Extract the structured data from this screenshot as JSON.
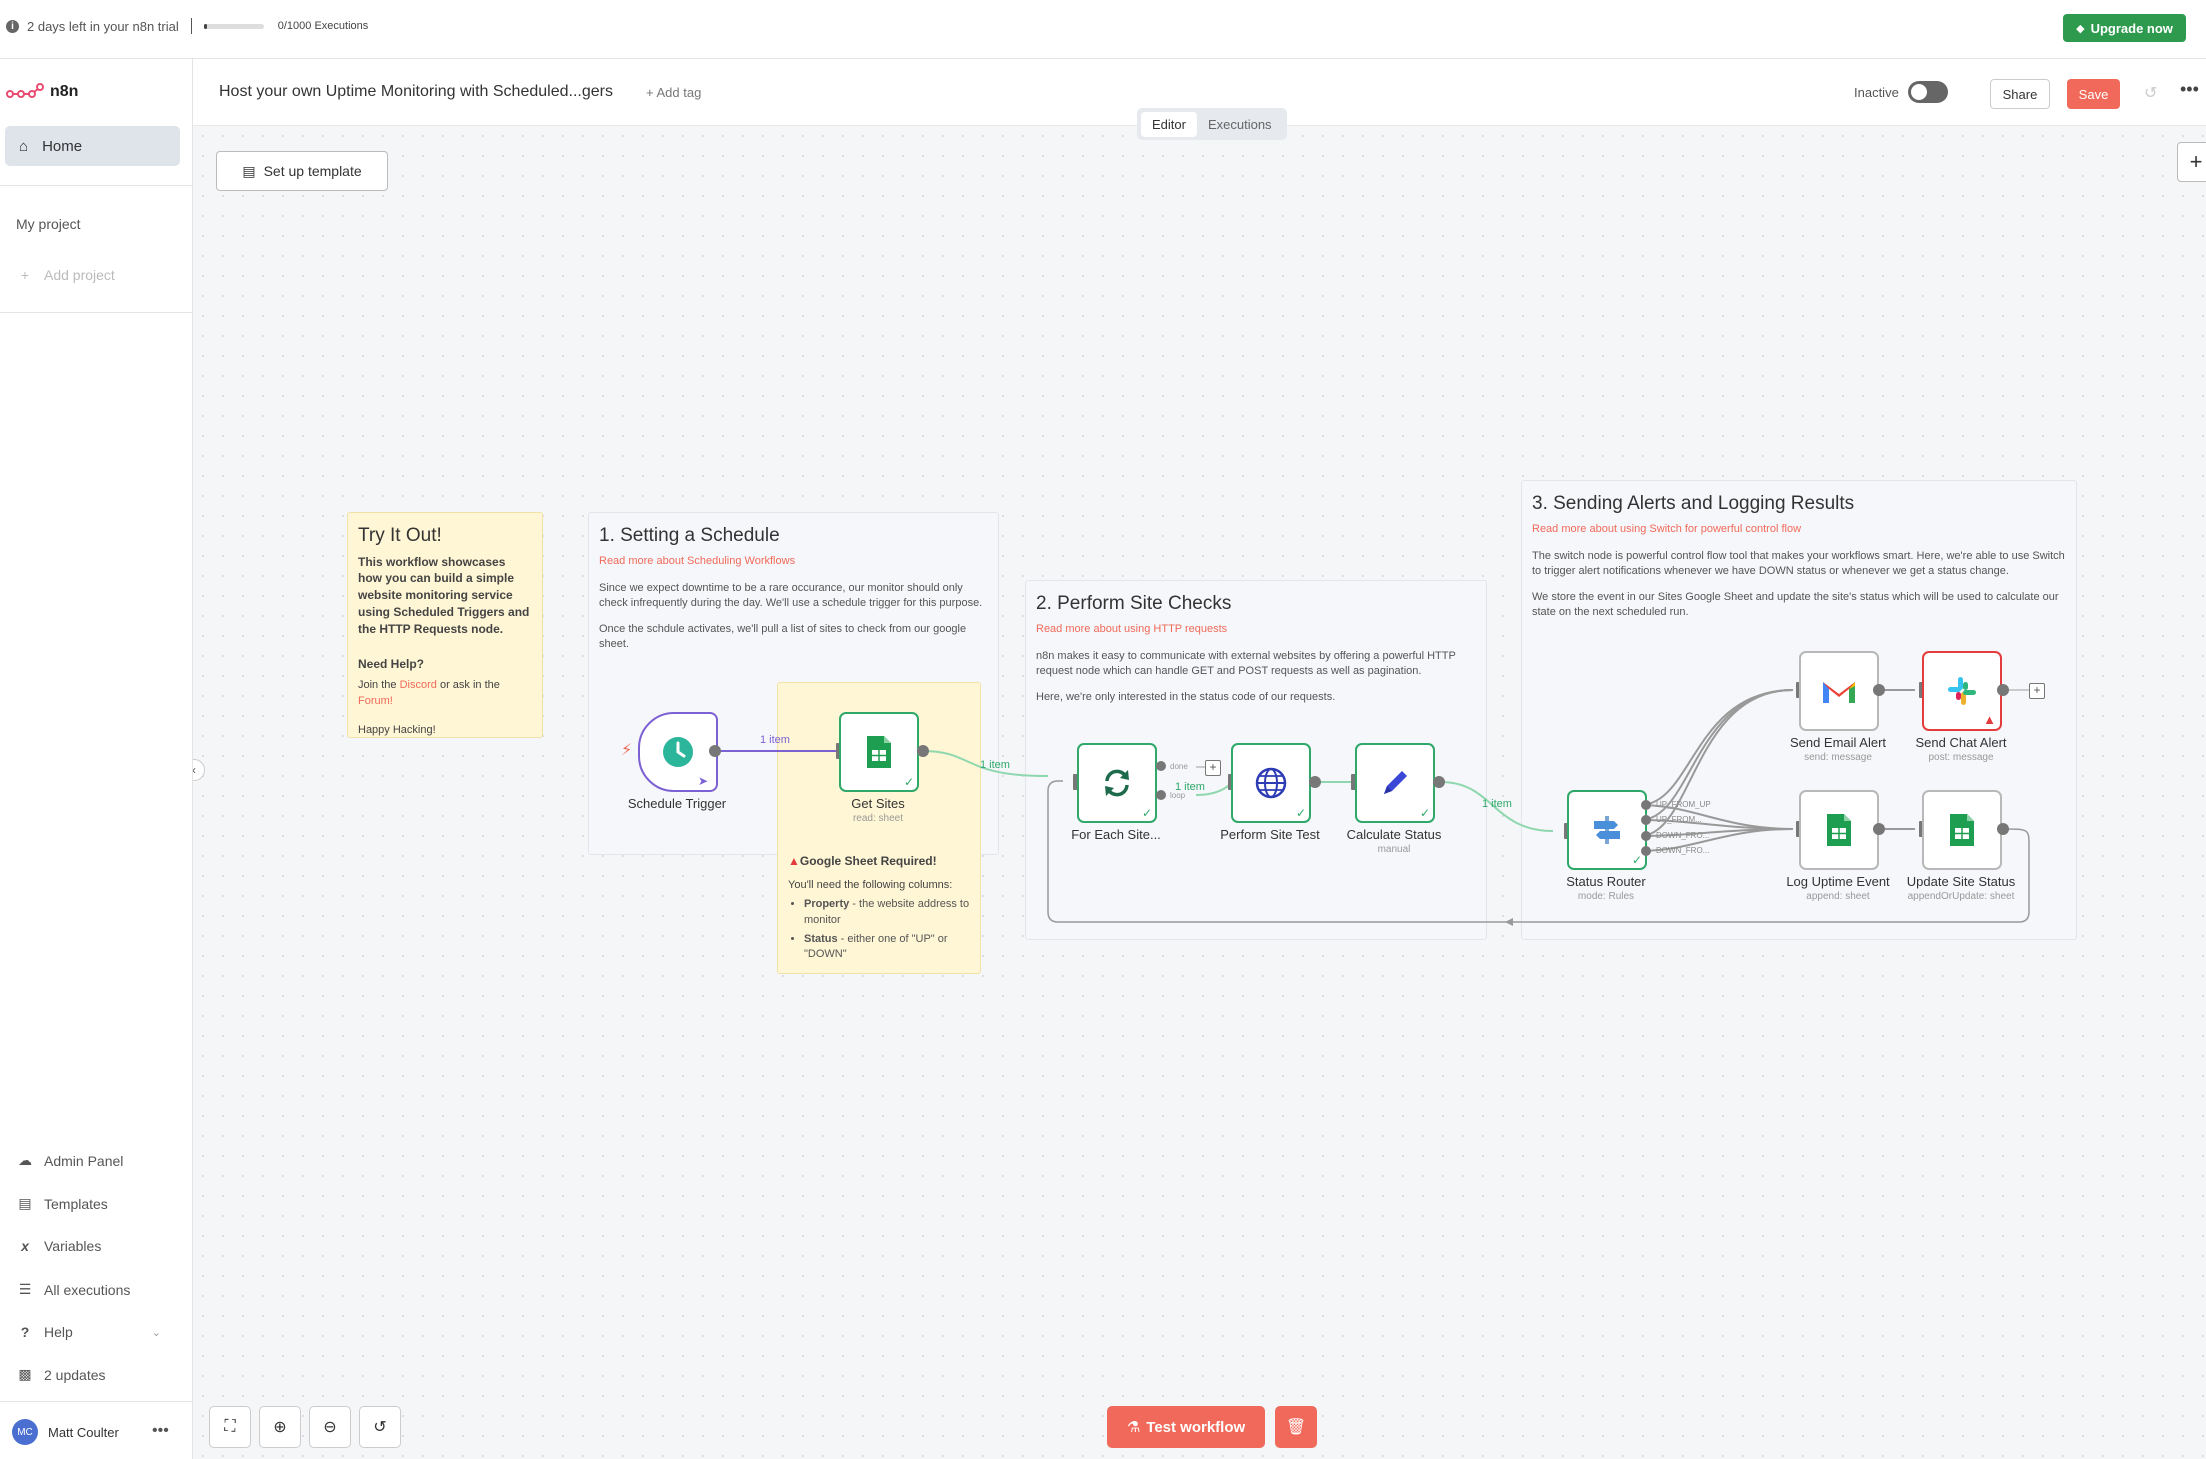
{
  "topbar": {
    "trial_text": "2 days left in your n8n trial",
    "executions_text": "0/1000 Executions",
    "executions_used_fraction": 0,
    "upgrade_label": "Upgrade now"
  },
  "sidebar": {
    "app_name": "n8n",
    "home_label": "Home",
    "project_label": "My project",
    "add_project_label": "Add project",
    "bottom_items": [
      {
        "label": "Admin Panel",
        "icon": "cloud-icon"
      },
      {
        "label": "Templates",
        "icon": "box-icon"
      },
      {
        "label": "Variables",
        "icon": "variable-icon"
      },
      {
        "label": "All executions",
        "icon": "list-icon"
      },
      {
        "label": "Help",
        "icon": "question-icon"
      },
      {
        "label": "2 updates",
        "icon": "gift-icon"
      }
    ],
    "user": {
      "initials": "MC",
      "name": "Matt Coulter"
    }
  },
  "header": {
    "workflow_title": "Host your own Uptime Monitoring with Scheduled...gers",
    "add_tag": "+ Add tag",
    "status_label": "Inactive",
    "share_label": "Share",
    "save_label": "Save",
    "tabs": [
      {
        "label": "Editor",
        "active": true
      },
      {
        "label": "Executions",
        "active": false
      }
    ]
  },
  "canvas": {
    "setup_template_label": "Set up template",
    "test_workflow_label": "Test workflow"
  },
  "notes": {
    "try": {
      "title": "Try It Out!",
      "body": "This workflow showcases how you can build a simple website monitoring service using Scheduled Triggers and the HTTP Requests node.",
      "help_title": "Need Help?",
      "help_pre": "Join the ",
      "help_link1": "Discord",
      "help_mid": " or ask in the ",
      "help_link2": "Forum!",
      "sign": "Happy Hacking!"
    },
    "schedule": {
      "title": "1. Setting a Schedule",
      "link": "Read more about Scheduling Workflows",
      "p1": "Since we expect downtime to be a rare occurance, our monitor should only check infrequently during the day. We'll use a schedule trigger for this purpose.",
      "p2": "Once the schdule activates, we'll pull a list of sites to check from our google sheet."
    },
    "checks": {
      "title": "2. Perform Site Checks",
      "link": "Read more about using HTTP requests",
      "p1": "n8n makes it easy to communicate with external websites by offering a powerful HTTP request node which can handle GET and POST requests as well as pagination.",
      "p2": "Here, we're only interested in the status code of our requests."
    },
    "alerts": {
      "title": "3. Sending Alerts and Logging Results",
      "link": "Read more about using Switch for powerful control flow",
      "p1": "The switch node is powerful control flow tool that makes your workflows smart. Here, we're able to use Switch to trigger alert notifications whenever we have DOWN status or whenever we get a status change.",
      "p2": "We store the event in our Sites Google Sheet and update the site's status which will be used to calculate our state on the next scheduled run."
    },
    "sheet": {
      "title": "Google Sheet Required!",
      "intro": "You'll need the following columns:",
      "col1_name": "Property",
      "col1_desc": " - the website address to monitor",
      "col2_name": "Status",
      "col2_desc": " - either one of \"UP\" or \"DOWN\""
    }
  },
  "nodes": {
    "schedule_trigger": {
      "label": "Schedule Trigger",
      "icon": "clock-icon"
    },
    "get_sites": {
      "label": "Get Sites",
      "sub": "read: sheet",
      "icon": "google-sheets-icon"
    },
    "for_each": {
      "label": "For Each Site...",
      "icon": "loop-icon"
    },
    "site_test": {
      "label": "Perform Site Test",
      "icon": "globe-icon"
    },
    "calc_status": {
      "label": "Calculate Status",
      "sub": "manual",
      "icon": "pencil-icon"
    },
    "status_router": {
      "label": "Status Router",
      "sub": "mode: Rules",
      "icon": "switch-icon",
      "outputs": [
        "UP_FROM_UP",
        "UP_FROM...",
        "DOWN_FRO...",
        "DOWN_FRO..."
      ]
    },
    "email_alert": {
      "label": "Send Email Alert",
      "sub": "send: message",
      "icon": "gmail-icon"
    },
    "chat_alert": {
      "label": "Send Chat Alert",
      "sub": "post: message",
      "icon": "slack-icon"
    },
    "log_event": {
      "label": "Log Uptime Event",
      "sub": "append: sheet",
      "icon": "google-sheets-icon"
    },
    "update_status": {
      "label": "Update Site Status",
      "sub": "appendOrUpdate: sheet",
      "icon": "google-sheets-icon"
    }
  },
  "edges": {
    "item1": "1 item",
    "item2": "1 item",
    "item3": "1 item",
    "item4": "1 item",
    "done": "done",
    "loop": "loop"
  },
  "colors": {
    "accent": "#f0695a",
    "upgrade": "#2d9a4e",
    "success": "#2fa86a",
    "trigger": "#7c61d3",
    "error": "#e23c3c"
  }
}
